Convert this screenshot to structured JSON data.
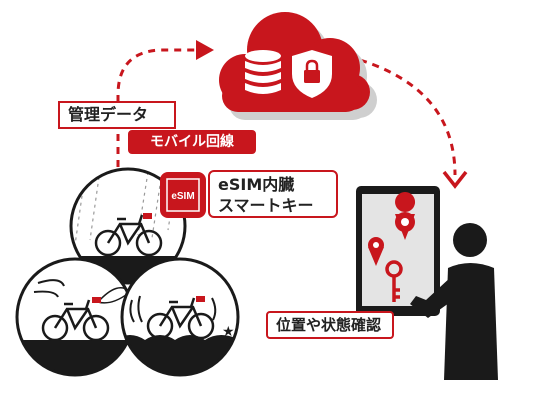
{
  "labels": {
    "management_data": "管理データ",
    "mobile_line": "モバイル回線",
    "esim_line1": "eSIM内臓",
    "esim_line2": "スマートキー",
    "chip_text": "eSIM",
    "location_status": "位置や状態確認"
  },
  "icons": {
    "cloud": "cloud-icon",
    "database": "database-icon",
    "shield": "shield-lock-icon",
    "esim_chip": "esim-chip-icon",
    "smartphone": "smartphone-icon",
    "map_pin": "map-pin-icon",
    "key": "key-icon",
    "person": "person-icon",
    "bicycle": "bicycle-icon"
  },
  "colors": {
    "accent": "#c8161d",
    "dark": "#1a1a1a",
    "shadow": "#cfcfcf"
  }
}
